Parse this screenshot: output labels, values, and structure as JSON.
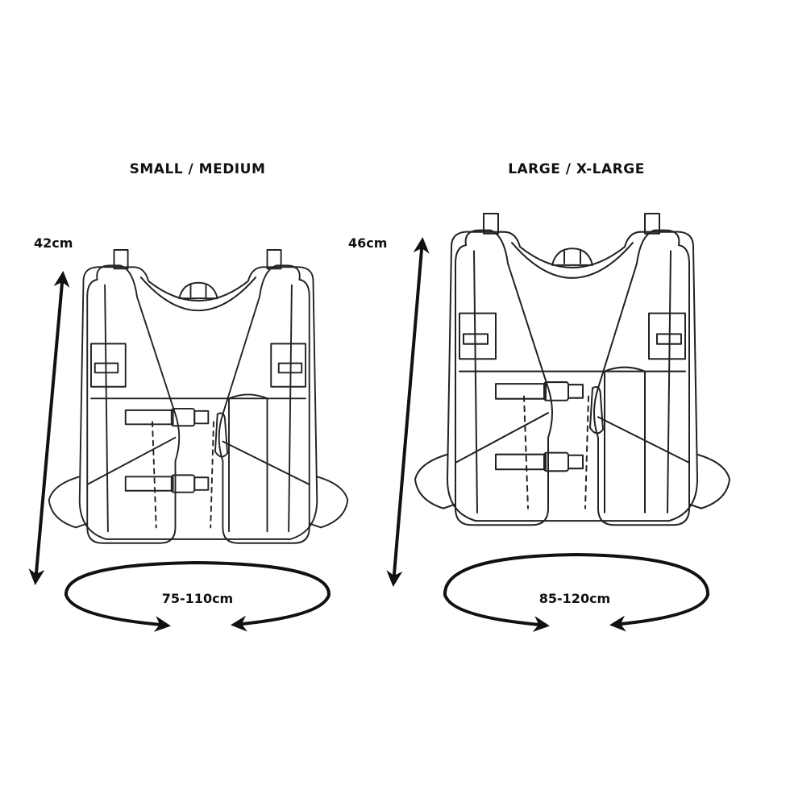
{
  "sizes": [
    {
      "title": "SMALL / MEDIUM",
      "height": "42cm",
      "girth": "75-110cm"
    },
    {
      "title": "LARGE / X-LARGE",
      "height": "46cm",
      "girth": "85-120cm"
    }
  ]
}
